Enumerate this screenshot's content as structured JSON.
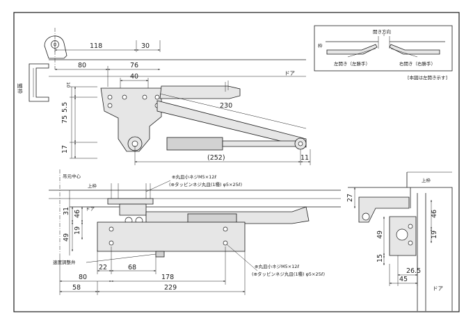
{
  "top_view": {
    "dims": {
      "d118": "118",
      "d30": "30",
      "d80": "80",
      "d76": "76",
      "d40": "40",
      "d10": "10",
      "d55": "5.5",
      "d75": "75",
      "d17": "17",
      "d230": "230",
      "d252": "(252)",
      "d11": "11"
    },
    "labels": {
      "door": "ドア",
      "frame_vertical": "竪枠"
    }
  },
  "inset": {
    "opening_direction": "開き方向",
    "frame": "枠",
    "left_open": "左開き（左勝手）",
    "right_open": "右開き（右勝手）",
    "note": "[本図は左開き示す]"
  },
  "front_view": {
    "labels": {
      "hanging_center": "吊元中心",
      "upper_frame": "上枠",
      "door": "ドア",
      "speed_valve": "速度調整弁"
    },
    "screw_note_top": [
      "⊕丸皿小ネジM5×12ℓ",
      "(⊕タッピンネジ丸皿(1種) φ5×25ℓ)"
    ],
    "screw_note_bottom": [
      "⊕丸皿小ネジM5×12ℓ",
      "(⊕タッピンネジ丸皿(1種) φ5×25ℓ)"
    ],
    "dims": {
      "d31": "31",
      "d46": "46",
      "d49": "49",
      "d19": "19",
      "d22": "22",
      "d68": "68",
      "d80": "80",
      "d178": "178",
      "d58": "58",
      "d229": "229"
    }
  },
  "side_view": {
    "labels": {
      "upper_frame": "上枠",
      "door": "ドア"
    },
    "dims": {
      "d27": "27",
      "d46": "46",
      "d19": "19",
      "d49": "49",
      "d15": "15",
      "d26_5": "26.5",
      "d45": "45"
    }
  }
}
